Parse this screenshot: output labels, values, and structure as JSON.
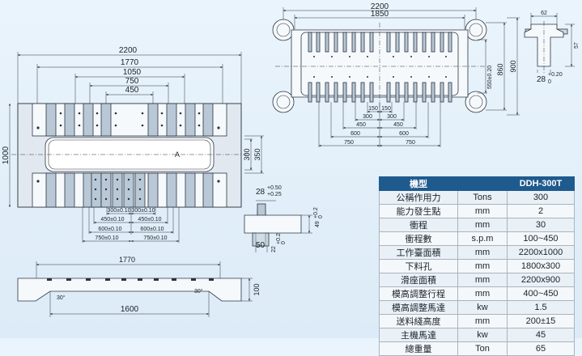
{
  "spec_table": {
    "header": {
      "label": "機型",
      "model": "DDH-300T"
    },
    "rows": [
      {
        "name": "公稱作用力",
        "unit": "Tons",
        "value": "300"
      },
      {
        "name": "能力發生點",
        "unit": "mm",
        "value": "2"
      },
      {
        "name": "衝程",
        "unit": "mm",
        "value": "30"
      },
      {
        "name": "衝程數",
        "unit": "s.p.m",
        "value": "100~450"
      },
      {
        "name": "工作臺面積",
        "unit": "mm",
        "value": "2200x1000"
      },
      {
        "name": "下料孔",
        "unit": "mm",
        "value": "1800x300"
      },
      {
        "name": "滑座面積",
        "unit": "mm",
        "value": "2200x900"
      },
      {
        "name": "模高調整行程",
        "unit": "mm",
        "value": "400~450"
      },
      {
        "name": "模高調整馬達",
        "unit": "kw",
        "value": "1.5"
      },
      {
        "name": "送料綫高度",
        "unit": "mm",
        "value": "200±15"
      },
      {
        "name": "主機馬達",
        "unit": "kw",
        "value": "45"
      },
      {
        "name": "總重量",
        "unit": "Ton",
        "value": "65"
      }
    ]
  },
  "bolster_plan": {
    "dim_2200": "2200",
    "dim_1770": "1770",
    "dim_1050": "1050",
    "dim_750": "750",
    "dim_450": "450",
    "dim_1000": "1000",
    "dim_300": "300",
    "dim_350": "350",
    "marker_a": "A",
    "bottom_dims": [
      "300±0.10",
      "300±0.10",
      "450±0.10",
      "450±0.10",
      "600±0.10",
      "600±0.10",
      "750±0.10",
      "750±0.10"
    ]
  },
  "slide_plan": {
    "dim_2200": "2200",
    "dim_1850": "1850",
    "dim_550": "550±0.20",
    "dim_860": "860",
    "dim_900": "900",
    "bottom_dims": [
      "150",
      "150",
      "300",
      "300",
      "450",
      "450",
      "600",
      "600",
      "750",
      "750"
    ]
  },
  "tslot_detail": {
    "width": "62",
    "depth": "57",
    "base": "28",
    "tol_up": "+0.20",
    "tol_low": "0"
  },
  "bolster_slot_detail": {
    "base": "28",
    "tol_up": "+0.50",
    "tol_low": "+0.25",
    "depth": "49",
    "depth_tol_up": "+0.2",
    "depth_tol_low": "0",
    "width": "50",
    "bottom": "22",
    "bottom_tol_up": "+0.2",
    "bottom_tol_low": "0"
  },
  "bolster_section": {
    "dim_1770": "1770",
    "dim_1600": "1600",
    "dim_100": "100",
    "angle_left": "30°",
    "angle_right": "30°"
  }
}
